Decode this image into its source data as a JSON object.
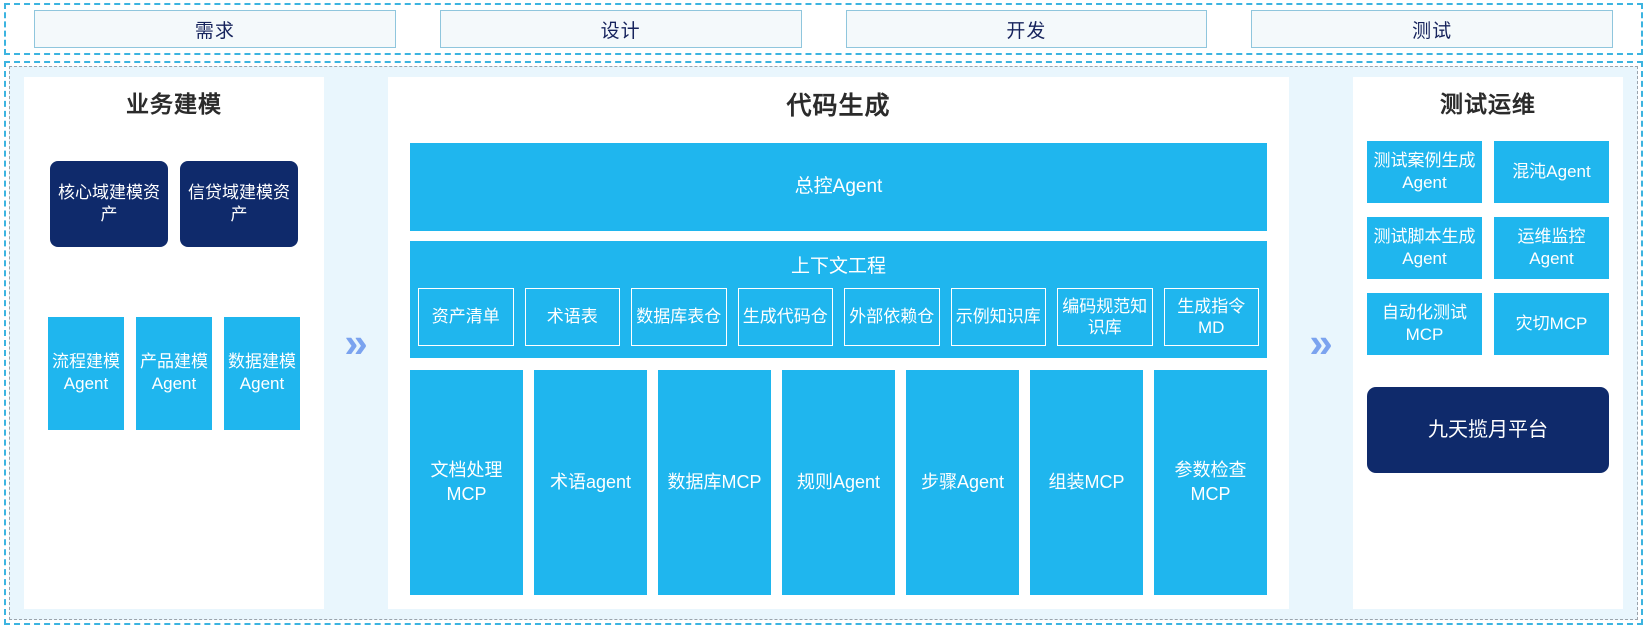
{
  "colors": {
    "cyan": "#1fb6ee",
    "navy": "#0f2a6b",
    "panel_bg": "#e9f6fd",
    "arrow": "#7ba3ef",
    "dashed_border": "#3cb4e0"
  },
  "phases": [
    {
      "label": "需求"
    },
    {
      "label": "设计"
    },
    {
      "label": "开发"
    },
    {
      "label": "测试"
    }
  ],
  "arrows": {
    "left_to_mid": "»",
    "mid_to_right": "»"
  },
  "left_panel": {
    "title": "业务建模",
    "assets": [
      {
        "label": "核心域建模资产"
      },
      {
        "label": "信贷域建模资产"
      }
    ],
    "agents": [
      {
        "label": "流程建模Agent"
      },
      {
        "label": "产品建模Agent"
      },
      {
        "label": "数据建模Agent"
      }
    ]
  },
  "mid_panel": {
    "title": "代码生成",
    "master_agent": "总控Agent",
    "context": {
      "title": "上下文工程",
      "items": [
        {
          "label": "资产清单"
        },
        {
          "label": "术语表"
        },
        {
          "label": "数据库表仓"
        },
        {
          "label": "生成代码仓"
        },
        {
          "label": "外部依赖仓"
        },
        {
          "label": "示例知识库"
        },
        {
          "label": "编码规范知识库"
        },
        {
          "label": "生成指令MD"
        }
      ]
    },
    "tools": [
      {
        "label": "文档处理MCP"
      },
      {
        "label": "术语agent"
      },
      {
        "label": "数据库MCP"
      },
      {
        "label": "规则Agent"
      },
      {
        "label": "步骤Agent"
      },
      {
        "label": "组装MCP"
      },
      {
        "label": "参数检查MCP"
      }
    ]
  },
  "right_panel": {
    "title": "测试运维",
    "items": [
      {
        "label": "测试案例生成Agent"
      },
      {
        "label": "混沌Agent"
      },
      {
        "label": "测试脚本生成Agent"
      },
      {
        "label": "运维监控Agent"
      },
      {
        "label": "自动化测试MCP"
      },
      {
        "label": "灾切MCP"
      }
    ],
    "platform": "九天揽月平台"
  }
}
